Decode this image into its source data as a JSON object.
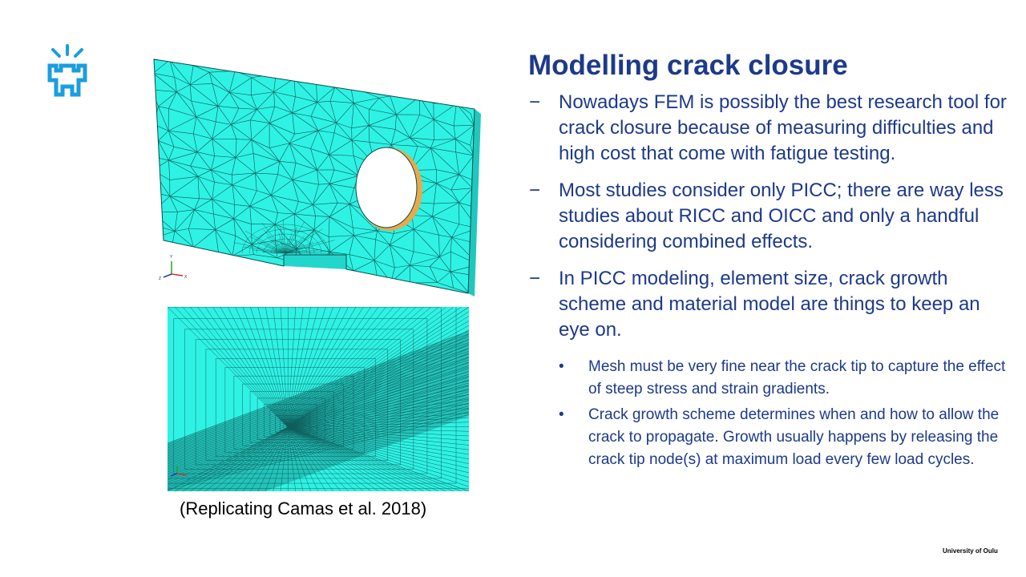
{
  "logo": {
    "name": "university-logo",
    "color": "#1a9ee0"
  },
  "title": "Modelling crack closure",
  "bullets": [
    {
      "marker": "−",
      "text": "Nowadays FEM is possibly the best research tool for crack closure because of measuring difficulties and high cost that come with fatigue testing."
    },
    {
      "marker": "−",
      "text": "Most studies consider only PICC; there are way less studies about RICC and OICC and only a handful considering combined effects."
    },
    {
      "marker": "−",
      "text": "In PICC modeling, element size, crack growth scheme and material model are things to keep an eye on."
    }
  ],
  "sub_bullets": [
    {
      "marker": "•",
      "text": "Mesh must be very fine near the crack tip to capture the effect of steep stress and strain gradients."
    },
    {
      "marker": "•",
      "text": "Crack growth scheme determines when and how to allow the crack to propagate. Growth usually happens by releasing the crack tip node(s) at maximum load every few load cycles."
    }
  ],
  "figures": {
    "top": {
      "name": "fem-plate-mesh",
      "fill": "#2ef2e4",
      "edge": "#0d4a4a"
    },
    "bottom": {
      "name": "fem-crack-tip-mesh-closeup",
      "fill": "#2ef2e4",
      "shade": "#23c4bb"
    },
    "axis_labels": {
      "x": "X",
      "y": "Y",
      "z": "Z"
    }
  },
  "caption": "(Replicating Camas et al. 2018)",
  "footer": "University of Oulu",
  "colors": {
    "text": "#1d3a8a",
    "accent": "#1a9ee0",
    "background": "#ffffff"
  }
}
